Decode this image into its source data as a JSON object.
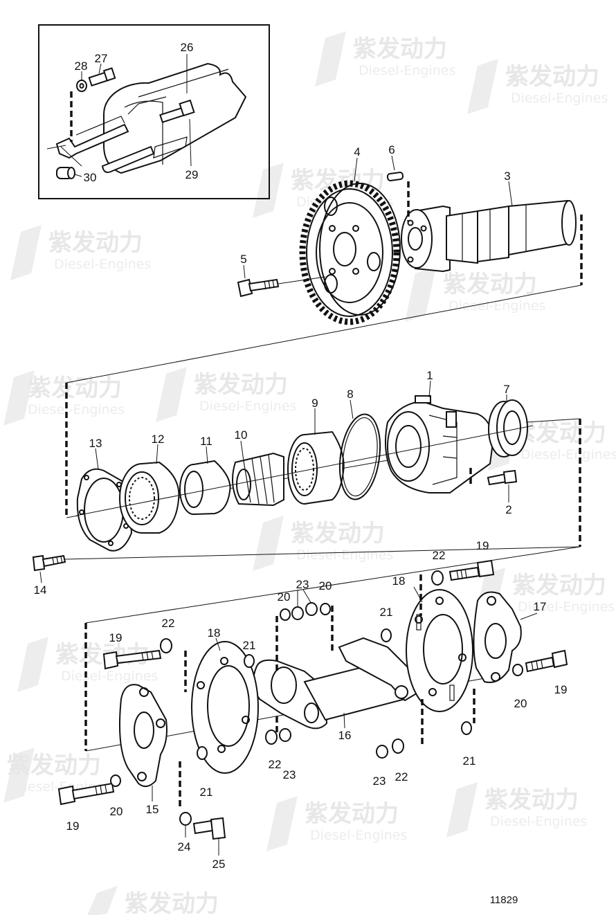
{
  "watermark": {
    "brand": "紫发动力",
    "sub": "Diesel-Engines"
  },
  "document_number": "11829",
  "callouts": {
    "c1": "1",
    "c2": "2",
    "c3": "3",
    "c4": "4",
    "c5": "5",
    "c6": "6",
    "c7": "7",
    "c8": "8",
    "c9": "9",
    "c10": "10",
    "c11": "11",
    "c12": "12",
    "c13": "13",
    "c14": "14",
    "c15": "15",
    "c16": "16",
    "c17": "17",
    "c18a": "18",
    "c18b": "18",
    "c19a": "19",
    "c19b": "19",
    "c19c": "19",
    "c20a": "20",
    "c20b": "20",
    "c20c": "20",
    "c20d": "20",
    "c21a": "21",
    "c21b": "21",
    "c21c": "21",
    "c21d": "21",
    "c22a": "22",
    "c22b": "22",
    "c22c": "22",
    "c22d": "22",
    "c23a": "23",
    "c23b": "23",
    "c23c": "23",
    "c24": "24",
    "c25": "25",
    "c26": "26",
    "c27": "27",
    "c28": "28",
    "c29": "29",
    "c30": "30"
  }
}
